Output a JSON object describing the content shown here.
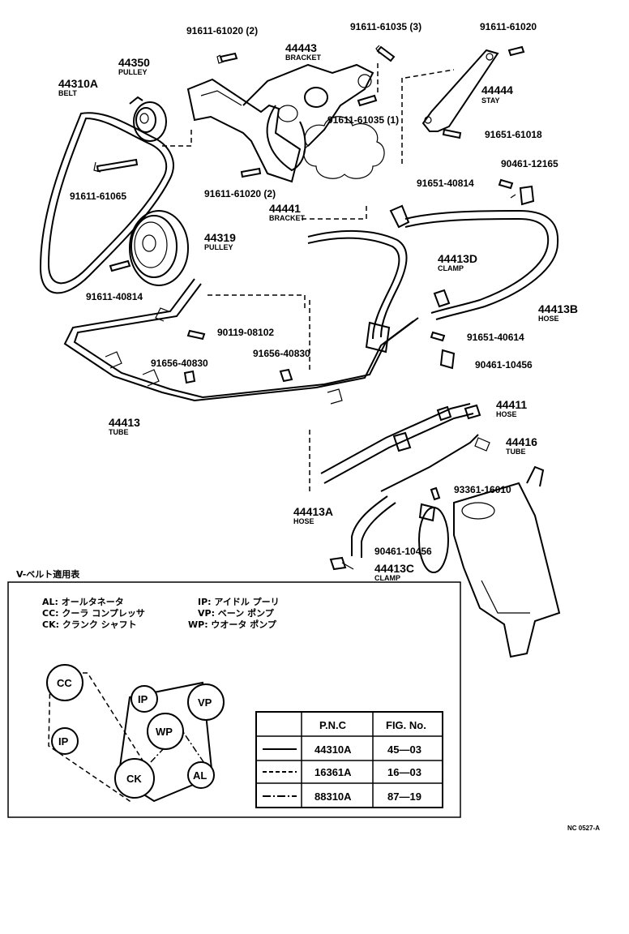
{
  "parts": {
    "bolt_top_left": "91611-61020 (2)",
    "bolt_top_mid": "91611-61035 (3)",
    "bolt_top_right": "91611-61020",
    "bracket_44443_num": "44443",
    "bracket_44443_name": "BRACKET",
    "pulley_44350_num": "44350",
    "pulley_44350_name": "PULLEY",
    "belt_num": "44310A",
    "belt_name": "BELT",
    "stay_num": "44444",
    "stay_name": "STAY",
    "bolt_61035_1": "91611-61035 (1)",
    "bolt_91651_61018": "91651-61018",
    "bolt_91611_61065": "91611-61065",
    "bolt_91611_61020_2b": "91611-61020 (2)",
    "bracket_44441_num": "44441",
    "bracket_44441_name": "BRACKET",
    "clamp_90461_12165": "90461-12165",
    "bolt_91651_40814": "91651-40814",
    "pulley_44319_num": "44319",
    "pulley_44319_name": "PULLEY",
    "clamp_44413d_num": "44413D",
    "clamp_44413d_name": "CLAMP",
    "hose_44413b_num": "44413B",
    "hose_44413b_name": "HOSE",
    "bolt_91611_40814": "91611-40814",
    "bolt_90119_08102": "90119-08102",
    "bolt_91651_40614": "91651-40614",
    "clamp_90461_10456a": "90461-10456",
    "bolt_91656_40830a": "91656-40830",
    "bolt_91656_40830b": "91656-40830",
    "tube_44413_num": "44413",
    "tube_44413_name": "TUBE",
    "hose_44411_num": "44411",
    "hose_44411_name": "HOSE",
    "tube_44416_num": "44416",
    "tube_44416_name": "TUBE",
    "bolt_93361_16010": "93361-16010",
    "hose_44413a_num": "44413A",
    "hose_44413a_name": "HOSE",
    "clamp_90461_10456b": "90461-10456",
    "clamp_44413c_num": "44413C",
    "clamp_44413c_name": "CLAMP"
  },
  "legend": {
    "title": "V-ベルト適用表",
    "al": "AL: オールタネータ",
    "cc": "CC: クーラ コンプレッサ",
    "ck": "CK: クランク シャフト",
    "ip": "IP: アイドル プーリ",
    "vp": "VP: ベーン ポンプ",
    "wp": "WP: ウオータ ポンプ",
    "pulleys": {
      "cc": "CC",
      "ip1": "IP",
      "ip2": "IP",
      "vp": "VP",
      "wp": "WP",
      "ck": "CK",
      "al": "AL"
    }
  },
  "table": {
    "headers": [
      "P.N.C",
      "FIG. No."
    ],
    "rows": [
      {
        "style": "solid",
        "pnc": "44310A",
        "fig": "45—03"
      },
      {
        "style": "dashed",
        "pnc": "16361A",
        "fig": "16—03"
      },
      {
        "style": "dashdot",
        "pnc": "88310A",
        "fig": "87—19"
      }
    ]
  },
  "footer_code": "NC 0527-A"
}
